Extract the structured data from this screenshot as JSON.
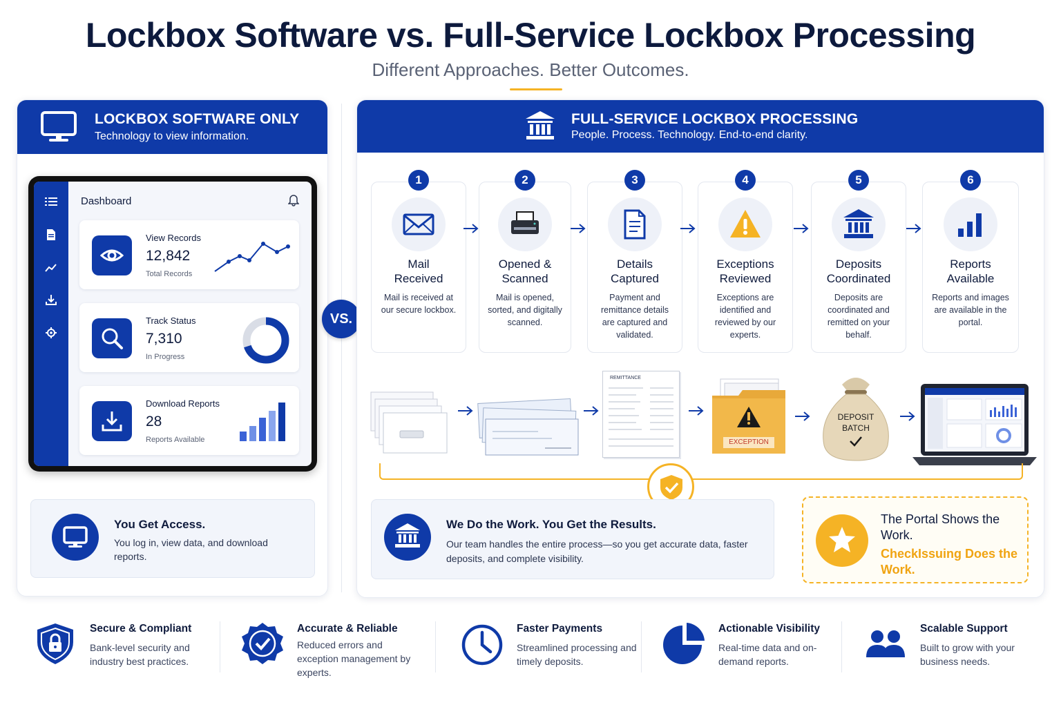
{
  "header": {
    "title": "Lockbox Software vs. Full-Service Lockbox Processing",
    "subtitle": "Different Approaches. Better Outcomes."
  },
  "left": {
    "title": "LOCKBOX SOFTWARE ONLY",
    "subtitle": "Technology to view information.",
    "dashboard": {
      "title": "Dashboard",
      "cards": [
        {
          "title": "View Records",
          "value": "12,842",
          "sub": "Total Records"
        },
        {
          "title": "Track Status",
          "value": "7,310",
          "sub": "In Progress"
        },
        {
          "title": "Download Reports",
          "value": "28",
          "sub": "Reports Available"
        }
      ]
    },
    "access": {
      "title": "You Get Access.",
      "desc": "You log in, view data, and download reports."
    }
  },
  "vs": "VS.",
  "right": {
    "title": "FULL-SERVICE LOCKBOX PROCESSING",
    "subtitle": "People. Process. Technology. End-to-end clarity.",
    "steps": [
      {
        "num": "1",
        "title": "Mail\nReceived",
        "desc": "Mail is received at our secure lockbox."
      },
      {
        "num": "2",
        "title": "Opened &\nScanned",
        "desc": "Mail is opened, sorted, and digitally scanned."
      },
      {
        "num": "3",
        "title": "Details\nCaptured",
        "desc": "Payment and remittance details are captured and validated."
      },
      {
        "num": "4",
        "title": "Exceptions\nReviewed",
        "desc": "Exceptions are identified and reviewed by our experts."
      },
      {
        "num": "5",
        "title": "Deposits\nCoordinated",
        "desc": "Deposits are coordinated and remitted on your behalf."
      },
      {
        "num": "6",
        "title": "Reports\nAvailable",
        "desc": "Reports and images are available in the portal."
      }
    ],
    "illus": {
      "remittance": "REMITTANCE",
      "exception": "EXCEPTION",
      "deposit_line1": "DEPOSIT",
      "deposit_line2": "BATCH"
    },
    "work": {
      "title": "We Do the Work. You Get the Results.",
      "desc": "Our team handles the entire process—so you get accurate data, faster deposits, and complete visibility."
    },
    "portal": {
      "line1": "The Portal Shows the Work.",
      "line2": "CheckIssuing Does the Work."
    }
  },
  "features": [
    {
      "title": "Secure & Compliant",
      "desc": "Bank-level security and industry best practices.",
      "icon": "shield-lock-icon"
    },
    {
      "title": "Accurate & Reliable",
      "desc": "Reduced errors and exception management by experts.",
      "icon": "check-badge-icon"
    },
    {
      "title": "Faster Payments",
      "desc": "Streamlined processing and timely deposits.",
      "icon": "clock-icon"
    },
    {
      "title": "Actionable Visibility",
      "desc": "Real-time data and on-demand reports.",
      "icon": "pie-chart-icon"
    },
    {
      "title": "Scalable Support",
      "desc": "Built to grow with your business needs.",
      "icon": "users-icon"
    }
  ],
  "colors": {
    "brand": "#0f3aa8",
    "accent": "#f5b325",
    "text": "#0f1b3d"
  }
}
